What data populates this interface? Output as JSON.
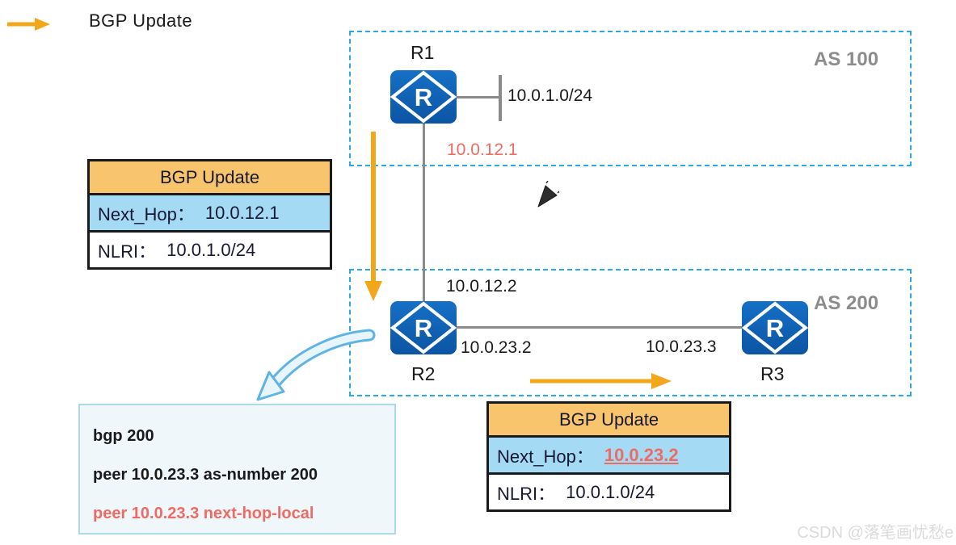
{
  "legend": {
    "label": "BGP Update"
  },
  "diagram": {
    "as100_label": "AS 100",
    "as200_label": "AS 200",
    "router_letter": "R",
    "routers": {
      "r1": "R1",
      "r2": "R2",
      "r3": "R3"
    },
    "labels": {
      "stub_network": "10.0.1.0/24",
      "r1_interface": "10.0.12.1",
      "r2_interface_up": "10.0.12.2",
      "r2_interface_right": "10.0.23.2",
      "r3_interface": "10.0.23.3"
    }
  },
  "tables": {
    "left": {
      "header": "BGP Update",
      "next_hop_label": "Next_Hop：",
      "next_hop_value": "10.0.12.1",
      "nlri_label": "NLRI：",
      "nlri_value": "10.0.1.0/24"
    },
    "bottom": {
      "header": "BGP Update",
      "next_hop_label": "Next_Hop：",
      "next_hop_value": "10.0.23.2",
      "nlri_label": "NLRI：",
      "nlri_value": "10.0.1.0/24"
    }
  },
  "config": {
    "line1": "bgp 200",
    "line2": "peer 10.0.23.3 as-number 200",
    "line3": "peer 10.0.23.3 next-hop-local"
  },
  "watermark": "CSDN @落笔画忧愁e",
  "colors": {
    "arrow_orange": "#F2A71B",
    "table_header_orange": "#F8C46C",
    "table_row_blue": "#A5DAF5",
    "as_border_blue": "#2BA9E1",
    "router_blue": "#1062B2",
    "highlight_red": "#EE6B63",
    "as_label_gray": "#8C8C8C"
  }
}
